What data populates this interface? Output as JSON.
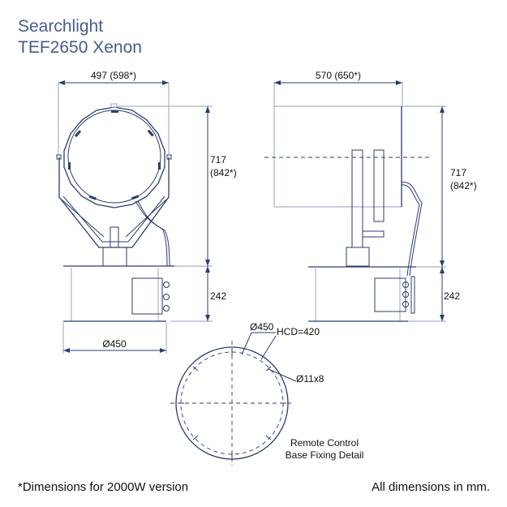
{
  "title": {
    "line1": "Searchlight",
    "line2": "TEF2650 Xenon"
  },
  "front_view": {
    "width_dim": "497 (598*)",
    "height_dim_1": "717",
    "height_dim_2": "(842*)",
    "base_height_dim": "242",
    "base_diameter_dim": "Ø450"
  },
  "side_view": {
    "length_dim": "570 (650*)",
    "height_dim_1": "717",
    "height_dim_2": "(842*)",
    "base_height_dim": "242"
  },
  "base_detail": {
    "diameter_label": "Ø450",
    "hcd_label": "HCD=420",
    "holes_label": "Ø11x8",
    "caption_1": "Remote Control",
    "caption_2": "Base Fixing Detail"
  },
  "footer": {
    "note": "*Dimensions for 2000W version",
    "units": "All dimensions in mm."
  },
  "colors": {
    "line": "#2c3d6e",
    "light_line": "#aab3c8",
    "title": "#4a5c8e"
  }
}
